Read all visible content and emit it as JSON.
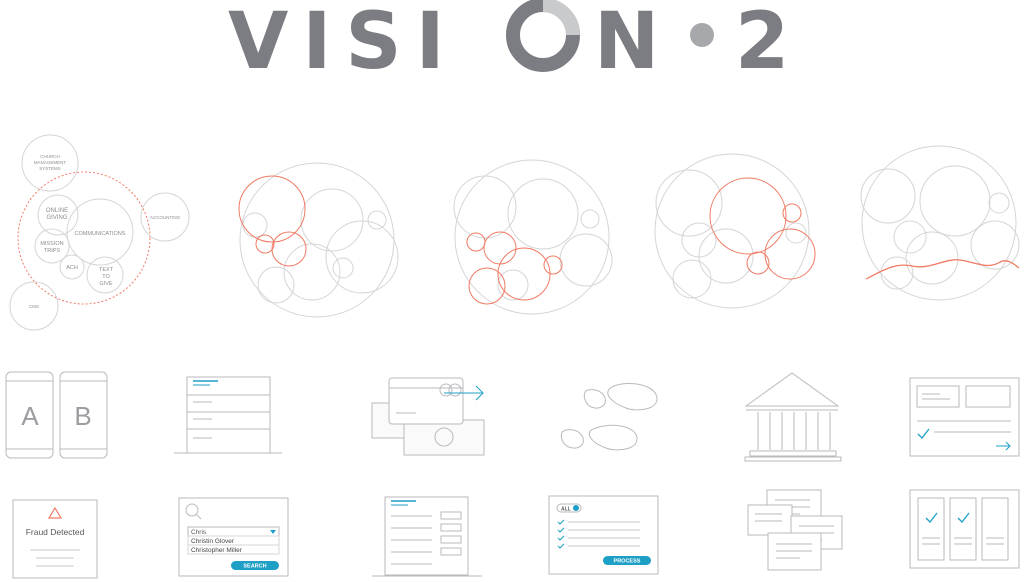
{
  "logo": {
    "letters_left": "VISI",
    "letters_right": "N",
    "number": "2",
    "color": "#7b7d82",
    "dot_color": "#a6a8ac"
  },
  "venn": {
    "church_management": [
      "CHURCH",
      "MANAGEMENT",
      "SYSTEMS"
    ],
    "online_giving": [
      "ONLINE",
      "GIVING"
    ],
    "communications": "COMMUNICATIONS",
    "accounting": "ACCOUNTING",
    "mission_trips": [
      "MISSION",
      "TRIPS"
    ],
    "ach": "ACH",
    "text_to_give": [
      "TEXT",
      "TO",
      "GIVE"
    ],
    "cms": "CMS"
  },
  "ab_test": {
    "a": "A",
    "b": "B"
  },
  "fraud_card": {
    "title": "Fraud Detected"
  },
  "search_card": {
    "input_value": "Chris",
    "results": [
      "Christin Glover",
      "Christopher Miller"
    ],
    "button": "SEARCH"
  },
  "process_card": {
    "toggle": "ALL",
    "button": "PROCESS"
  },
  "colors": {
    "accent": "#1e9fc6",
    "highlight": "#f07a63",
    "line": "#c9cacc"
  }
}
